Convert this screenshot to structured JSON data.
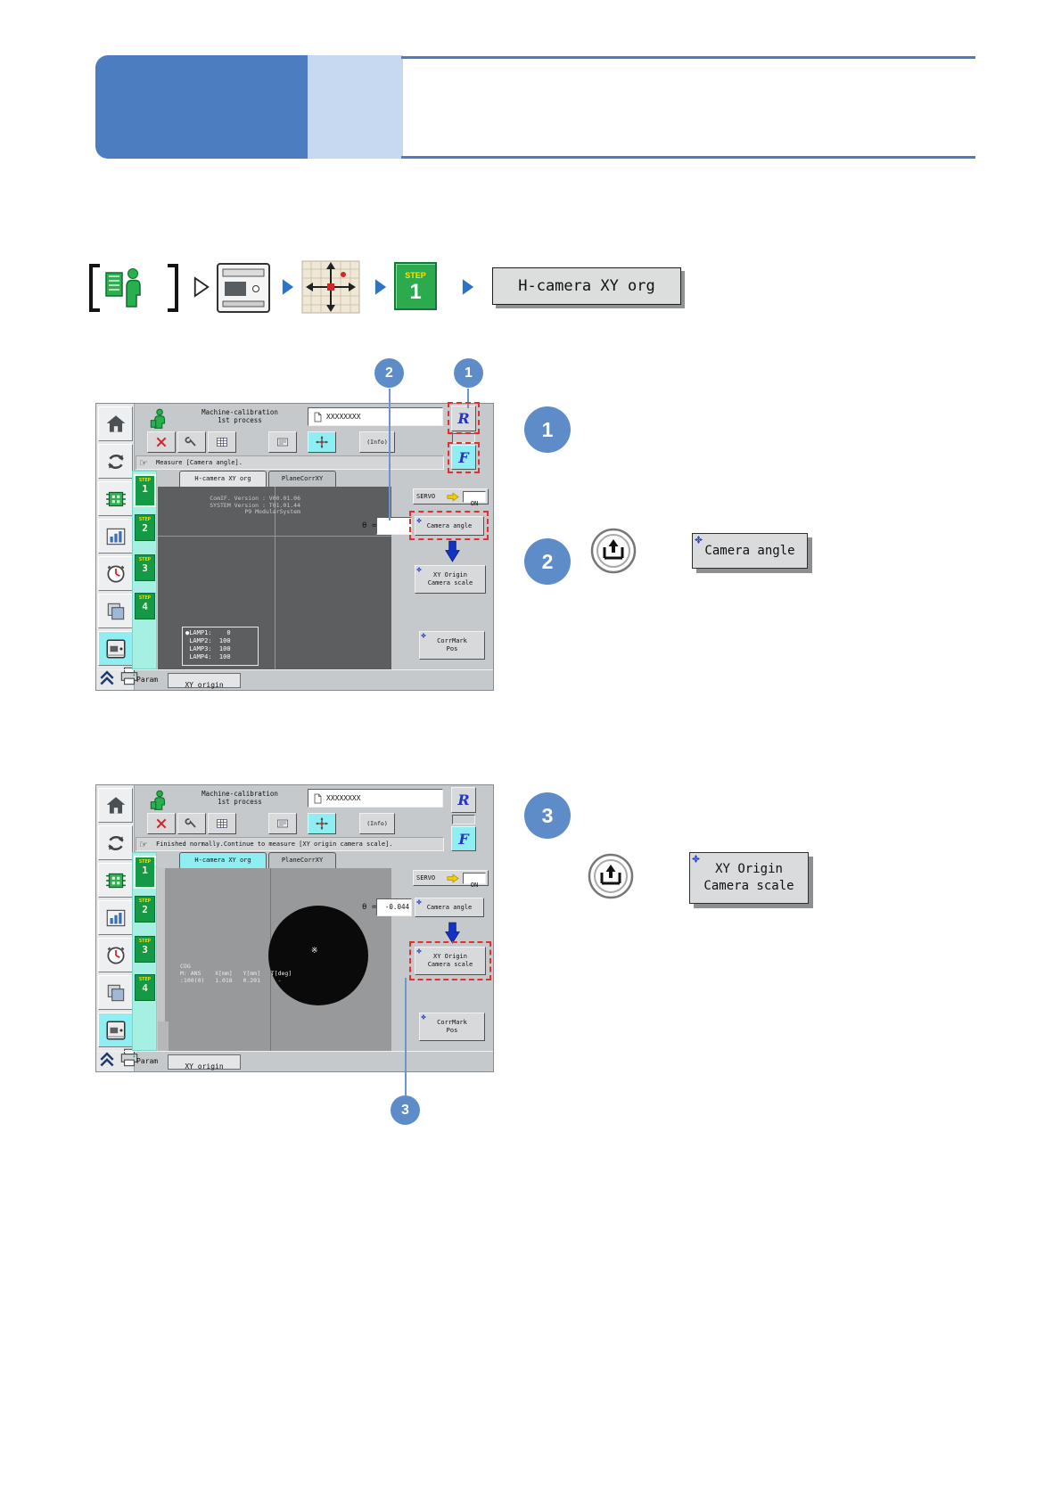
{
  "icons": {
    "hand": "☞"
  },
  "breadcrumb": {
    "step_word": "STEP",
    "step_num": "1",
    "target": "H-camera XY org"
  },
  "callouts": {
    "step1": "1",
    "step2": "2",
    "step3": "3",
    "camera_angle": "Camera angle",
    "xy_origin_line1": "XY Origin",
    "xy_origin_line2": "Camera scale"
  },
  "screen1": {
    "title_line1": "Machine-calibration",
    "title_line2": "1st process",
    "doc_name": "XXXXXXXX",
    "r_key": "R",
    "f_key": "F",
    "info_button": "(Info)",
    "status": "Measure [Camera angle].",
    "tab1": "H-camera XY org",
    "tab2": "PlaneCorrXY",
    "step_word": "STEP",
    "step1": "1",
    "step2": "2",
    "step3": "3",
    "step4": "4",
    "servo_label": "SERVO",
    "servo_state": "ON",
    "theta_label": "θ =",
    "theta_value": "",
    "camera_angle_button": "Camera angle",
    "xy_origin_button_line1": "XY Origin",
    "xy_origin_button_line2": "Camera scale",
    "corrmark_line1": "CorrMark",
    "corrmark_line2": "Pos",
    "version_line1": "ComIF. Version : V00.01.06",
    "version_line2": "SYSTEM Version : T01.01.44",
    "version_line3": "P9 ModularSystem",
    "lamp_line1": "●LAMP1:    0",
    "lamp_line2": " LAMP2:  100",
    "lamp_line3": " LAMP3:  100",
    "lamp_line4": " LAMP4:  100",
    "param_label": "Param",
    "param_button": "XY origin"
  },
  "screen2": {
    "title_line1": "Machine-calibration",
    "title_line2": "1st process",
    "doc_name": "XXXXXXXX",
    "r_key": "R",
    "f_key": "F",
    "info_button": "(Info)",
    "status": "Finished normally.Continue to measure [XY origin camera scale].",
    "tab1": "H-camera XY org",
    "tab2": "PlaneCorrXY",
    "step_word": "STEP",
    "step1": "1",
    "step2": "2",
    "step3": "3",
    "step4": "4",
    "servo_label": "SERVO",
    "servo_state": "ON",
    "theta_label": "θ =",
    "theta_value": "-0.044",
    "camera_angle_button": "Camera angle",
    "xy_origin_button_line1": "XY Origin",
    "xy_origin_button_line2": "Camera scale",
    "corrmark_line1": "CorrMark",
    "corrmark_line2": "Pos",
    "cog_line1": "COG",
    "cog_line2": "M: ANS    X[mm]   Y[mm]   T[deg]",
    "cog_line3": ":100(0)   1.018   0.201     -",
    "center_mark": "※",
    "param_label": "Param",
    "param_button": "XY origin"
  }
}
